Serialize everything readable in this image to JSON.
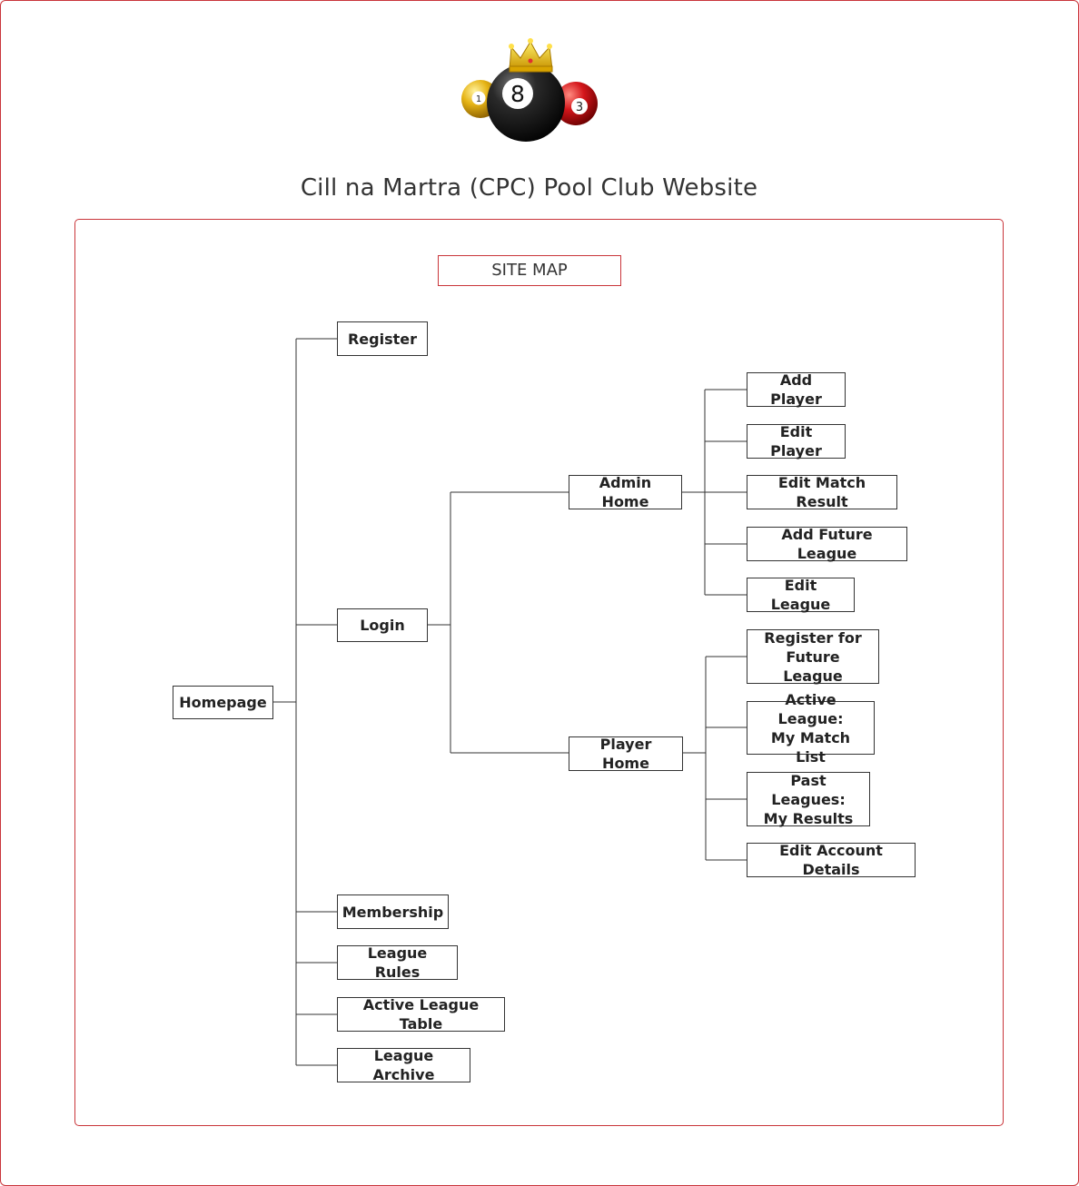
{
  "title": "Cill na Martra (CPC) Pool Club Website",
  "sitemap_label": "SITE MAP",
  "logo": {
    "icon": "pool-balls-crown-icon",
    "ball_left_number": "1",
    "ball_center_number": "8",
    "ball_right_number": "3"
  },
  "nodes": {
    "homepage": "Homepage",
    "register": "Register",
    "login": "Login",
    "admin_home": "Admin Home",
    "player_home": "Player Home",
    "add_player": "Add Player",
    "edit_player": "Edit Player",
    "edit_match_result": "Edit Match Result",
    "add_future_league": "Add Future League",
    "edit_league": "Edit League",
    "register_future_league": "Register for\nFuture League",
    "active_league_my_match_list": "Active League:\nMy Match List",
    "past_leagues_my_results": "Past Leagues:\nMy Results",
    "edit_account_details": "Edit Account Details",
    "membership": "Membership",
    "league_rules": "League Rules",
    "active_league_table": "Active League Table",
    "league_archive": "League Archive"
  },
  "colors": {
    "accent": "#c9353a",
    "line": "#333333"
  }
}
